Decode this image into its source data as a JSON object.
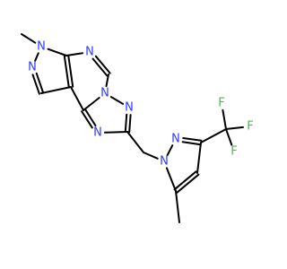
{
  "molecule": {
    "colors": {
      "nitrogen": "#2b3cff",
      "fluorine": "#43c03c",
      "carbon": "#000000",
      "background": "#ffffff"
    },
    "atom_labels": [
      {
        "id": "n_methyl",
        "text": "N",
        "element": "nitrogen"
      },
      {
        "id": "n_pyrazole_a",
        "text": "N",
        "element": "nitrogen"
      },
      {
        "id": "n_pyrimidine_top",
        "text": "N",
        "element": "nitrogen"
      },
      {
        "id": "n_triazole_bridge",
        "text": "N",
        "element": "nitrogen"
      },
      {
        "id": "n_triazole_top",
        "text": "N",
        "element": "nitrogen"
      },
      {
        "id": "n_triazole_bottom",
        "text": "N",
        "element": "nitrogen"
      },
      {
        "id": "n_pyrazole_b1",
        "text": "N",
        "element": "nitrogen"
      },
      {
        "id": "n_pyrazole_b2",
        "text": "N",
        "element": "nitrogen"
      },
      {
        "id": "f_1",
        "text": "F",
        "element": "fluorine"
      },
      {
        "id": "f_2",
        "text": "F",
        "element": "fluorine"
      },
      {
        "id": "f_3",
        "text": "F",
        "element": "fluorine"
      }
    ]
  }
}
